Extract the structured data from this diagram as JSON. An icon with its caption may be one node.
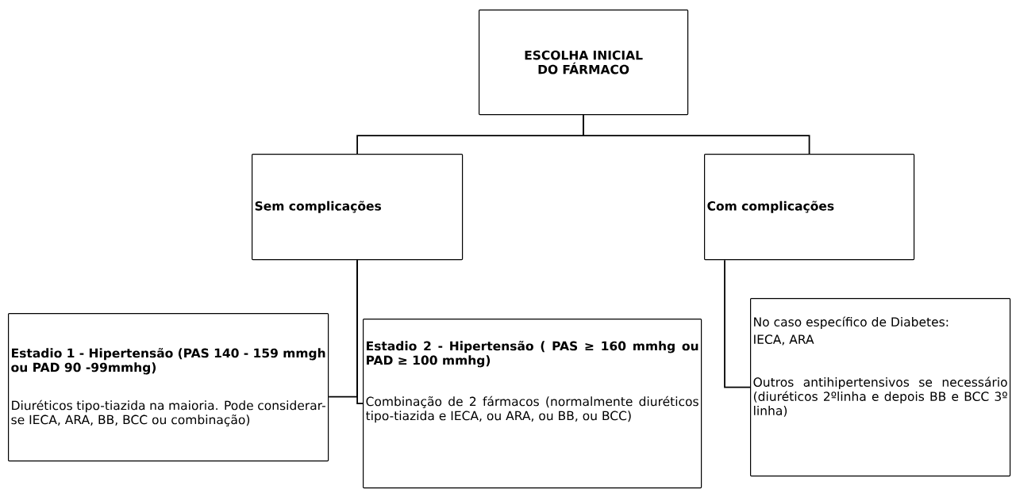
{
  "diagram": {
    "nodes": [
      {
        "text": [
          "ESCOLHA INICIAL DO FÁRMACO"
        ]
      },
      {
        "text": [
          "Sem complicações"
        ]
      },
      {
        "text": [
          "Com complicações"
        ]
      },
      {
        "text": [
          "Estadio 1 - Hipertensão (PAS  140 - 159 mmgh ou PAD 90 -99mmhg)",
          "Diuréticos tipo-tiazida na maioria. Pode considerar-se IECA, ARA, BB, BCC ou combinação)"
        ]
      },
      {
        "text": [
          "Estadio 2 - Hipertensão ( PAS ≥ 160 mmhg ou PAD ≥ 100 mmhg)",
          "Combinação de 2 fármacos (normalmente diuréticos tipo-tiazida e IECA, ou ARA, ou BB, ou BCC)"
        ]
      },
      {
        "text": [
          "No caso específico de Diabetes:",
          "IECA, ARA",
          "Outros antihipertensivos se necessário (diuréticos 2ºlinha e depois BB e BCC 3º linha)"
        ]
      }
    ],
    "edges": [
      {
        "from": 0,
        "to": 1,
        "arrow": "none"
      },
      {
        "from": 0,
        "to": 2,
        "arrow": "none"
      },
      {
        "from": 1,
        "to": 3,
        "arrow": "none"
      },
      {
        "from": 1,
        "to": 4,
        "arrow": "none"
      },
      {
        "from": 2,
        "to": 5,
        "arrow": "none"
      }
    ]
  }
}
